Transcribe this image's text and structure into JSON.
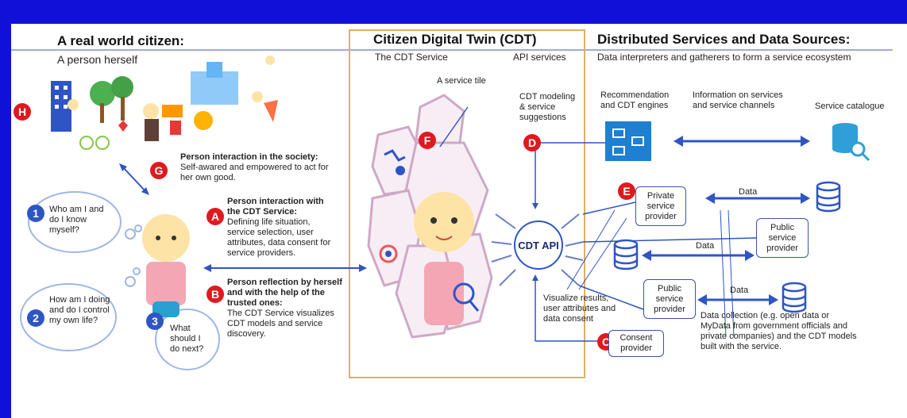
{
  "left": {
    "title": "A real world citizen:",
    "subtitle": "A person herself",
    "g_title": "Person interaction in the society:",
    "g_text": "Self-awared and empowered to act for her own good.",
    "a_title": "Person interaction with the CDT Service:",
    "a_text": "Defining life situation, service selection, user attributes, data consent for service providers.",
    "b_title": "Person reflection by herself and with the help of the trusted ones:",
    "b_text": "The CDT Service visualizes CDT models and service discovery.",
    "q1": "Who am I and do I know myself?",
    "q2": "How am I doing and do I control my own life?",
    "q3": "What should I do next?"
  },
  "center": {
    "title": "Citizen Digital Twin (CDT)",
    "service": "The CDT Service",
    "api": "API services",
    "tile": "A service tile",
    "modeling": "CDT modeling & service suggestions",
    "cdt_api": "CDT API",
    "visualize": "Visualize results, user attributes and data consent"
  },
  "right": {
    "title": "Distributed Services and Data Sources:",
    "subtitle": "Data interpreters and gatherers to form a service ecosystem",
    "reco": "Recommendation and CDT engines",
    "info": "Information on services and service channels",
    "catalogue": "Service catalogue",
    "private": "Private service provider",
    "public1": "Public service provider",
    "public2": "Public service provider",
    "consent": "Consent provider",
    "data1": "Data",
    "data2": "Data",
    "data3": "Data",
    "collection": "Data collection (e.g. open data or MyData from government officials and private companies) and the CDT models built with the service."
  },
  "markers": {
    "A": "A",
    "B": "B",
    "C": "C",
    "D": "D",
    "E": "E",
    "F": "F",
    "G": "G",
    "H": "H",
    "n1": "1",
    "n2": "2",
    "n3": "3"
  },
  "colors": {
    "accent_red": "#e0191f",
    "accent_blue": "#2f55c4",
    "frame": "#1010d8",
    "cdt_border": "#e0b060"
  }
}
